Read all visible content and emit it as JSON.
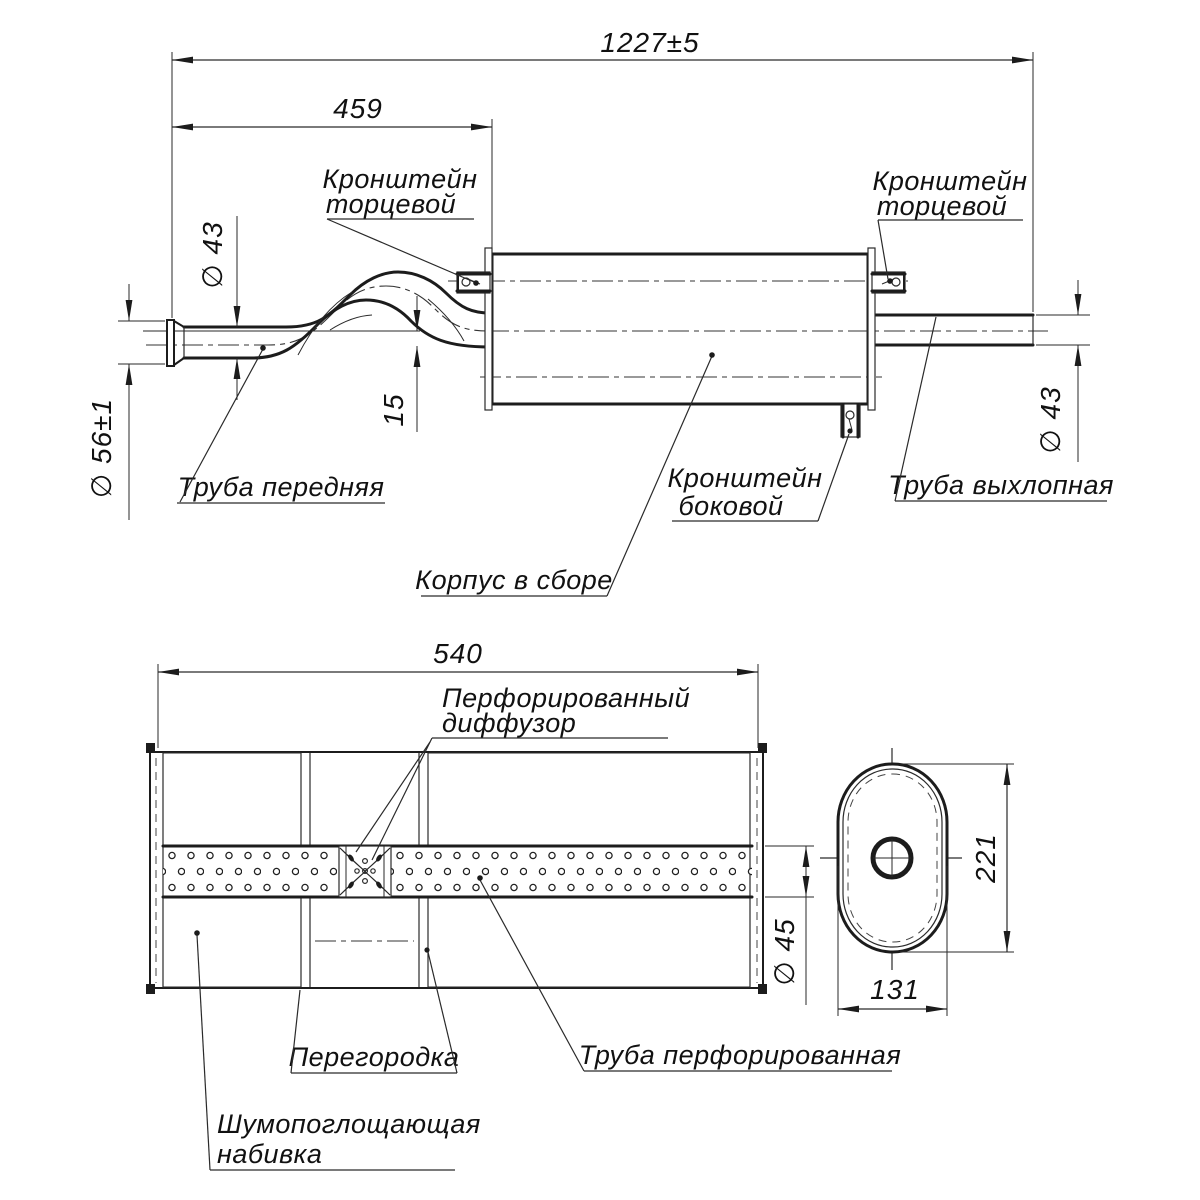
{
  "drawing": {
    "dimensions": {
      "overall_length": "1227±5",
      "front_pipe_length": "459",
      "front_pipe_dia": "∅ 43",
      "inlet_dia": "∅ 56±1",
      "axis_offset": "15",
      "exhaust_pipe_dia": "∅ 43",
      "body_length": "540",
      "inner_pipe_dia": "∅ 45",
      "body_height": "221",
      "body_width": "131"
    },
    "labels": {
      "bracket_end_left": [
        "Кронштейн",
        "торцевой"
      ],
      "bracket_end_right": [
        "Кронштейн",
        "торцевой"
      ],
      "front_pipe": "Труба передняя",
      "body_assembly": "Корпус в сборе",
      "bracket_side": [
        "Кронштейн",
        "боковой"
      ],
      "exhaust_pipe": "Труба выхлопная",
      "perforated_diffuser": [
        "Перфорированный",
        "диффузор"
      ],
      "partition": "Перегородка",
      "perforated_pipe": "Труба перфорированная",
      "sound_absorbing": [
        "Шумопоглощающая",
        "набивка"
      ]
    },
    "colors": {
      "line": "#1c1c1c",
      "background": "#ffffff"
    }
  }
}
